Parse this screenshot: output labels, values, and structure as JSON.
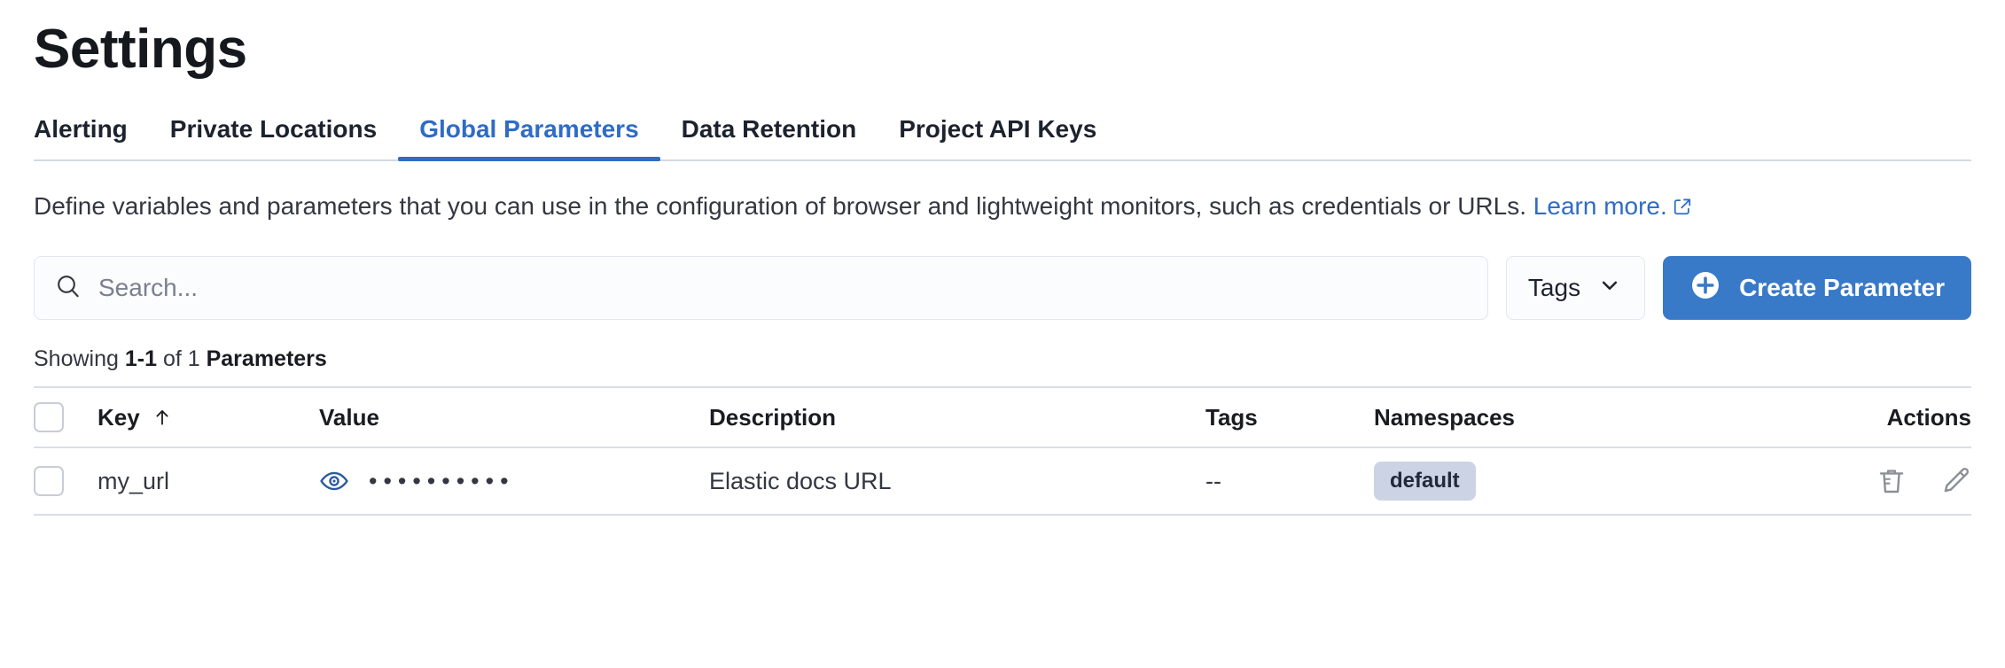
{
  "page": {
    "title": "Settings"
  },
  "tabs": [
    {
      "label": "Alerting",
      "active": false
    },
    {
      "label": "Private Locations",
      "active": false
    },
    {
      "label": "Global Parameters",
      "active": true
    },
    {
      "label": "Data Retention",
      "active": false
    },
    {
      "label": "Project API Keys",
      "active": false
    }
  ],
  "description": {
    "text": "Define variables and parameters that you can use in the configuration of browser and lightweight monitors, such as credentials or URLs. ",
    "link_label": "Learn more.",
    "link_icon": "external-link-icon"
  },
  "controls": {
    "search": {
      "placeholder": "Search...",
      "value": "",
      "icon": "search-icon"
    },
    "tags_filter": {
      "label": "Tags",
      "icon": "chevron-down-icon"
    },
    "create_button": {
      "label": "Create Parameter",
      "icon": "plus-circle-icon",
      "color": "#3879c8"
    }
  },
  "results": {
    "showing_prefix": "Showing ",
    "range": "1-1",
    "of_text": " of ",
    "total": "1",
    "entity_label": " Parameters"
  },
  "table": {
    "columns": [
      {
        "key": "key",
        "label": "Key",
        "sort": "asc",
        "sort_icon": "arrow-up-icon"
      },
      {
        "key": "value",
        "label": "Value"
      },
      {
        "key": "description",
        "label": "Description"
      },
      {
        "key": "tags",
        "label": "Tags"
      },
      {
        "key": "namespaces",
        "label": "Namespaces"
      },
      {
        "key": "actions",
        "label": "Actions"
      }
    ],
    "rows": [
      {
        "key": "my_url",
        "value_masked": "••••••••••",
        "value_toggle_icon": "eye-icon",
        "description": "Elastic docs URL",
        "tags": "--",
        "namespaces": [
          "default"
        ],
        "actions": [
          {
            "name": "delete",
            "icon": "trash-icon"
          },
          {
            "name": "edit",
            "icon": "pencil-icon"
          }
        ]
      }
    ]
  },
  "colors": {
    "accent": "#2f6cc4",
    "primary_button": "#3879c8",
    "eye_icon": "#2c5a9e",
    "badge_bg": "#ccd3e4",
    "border": "#d9deea"
  }
}
